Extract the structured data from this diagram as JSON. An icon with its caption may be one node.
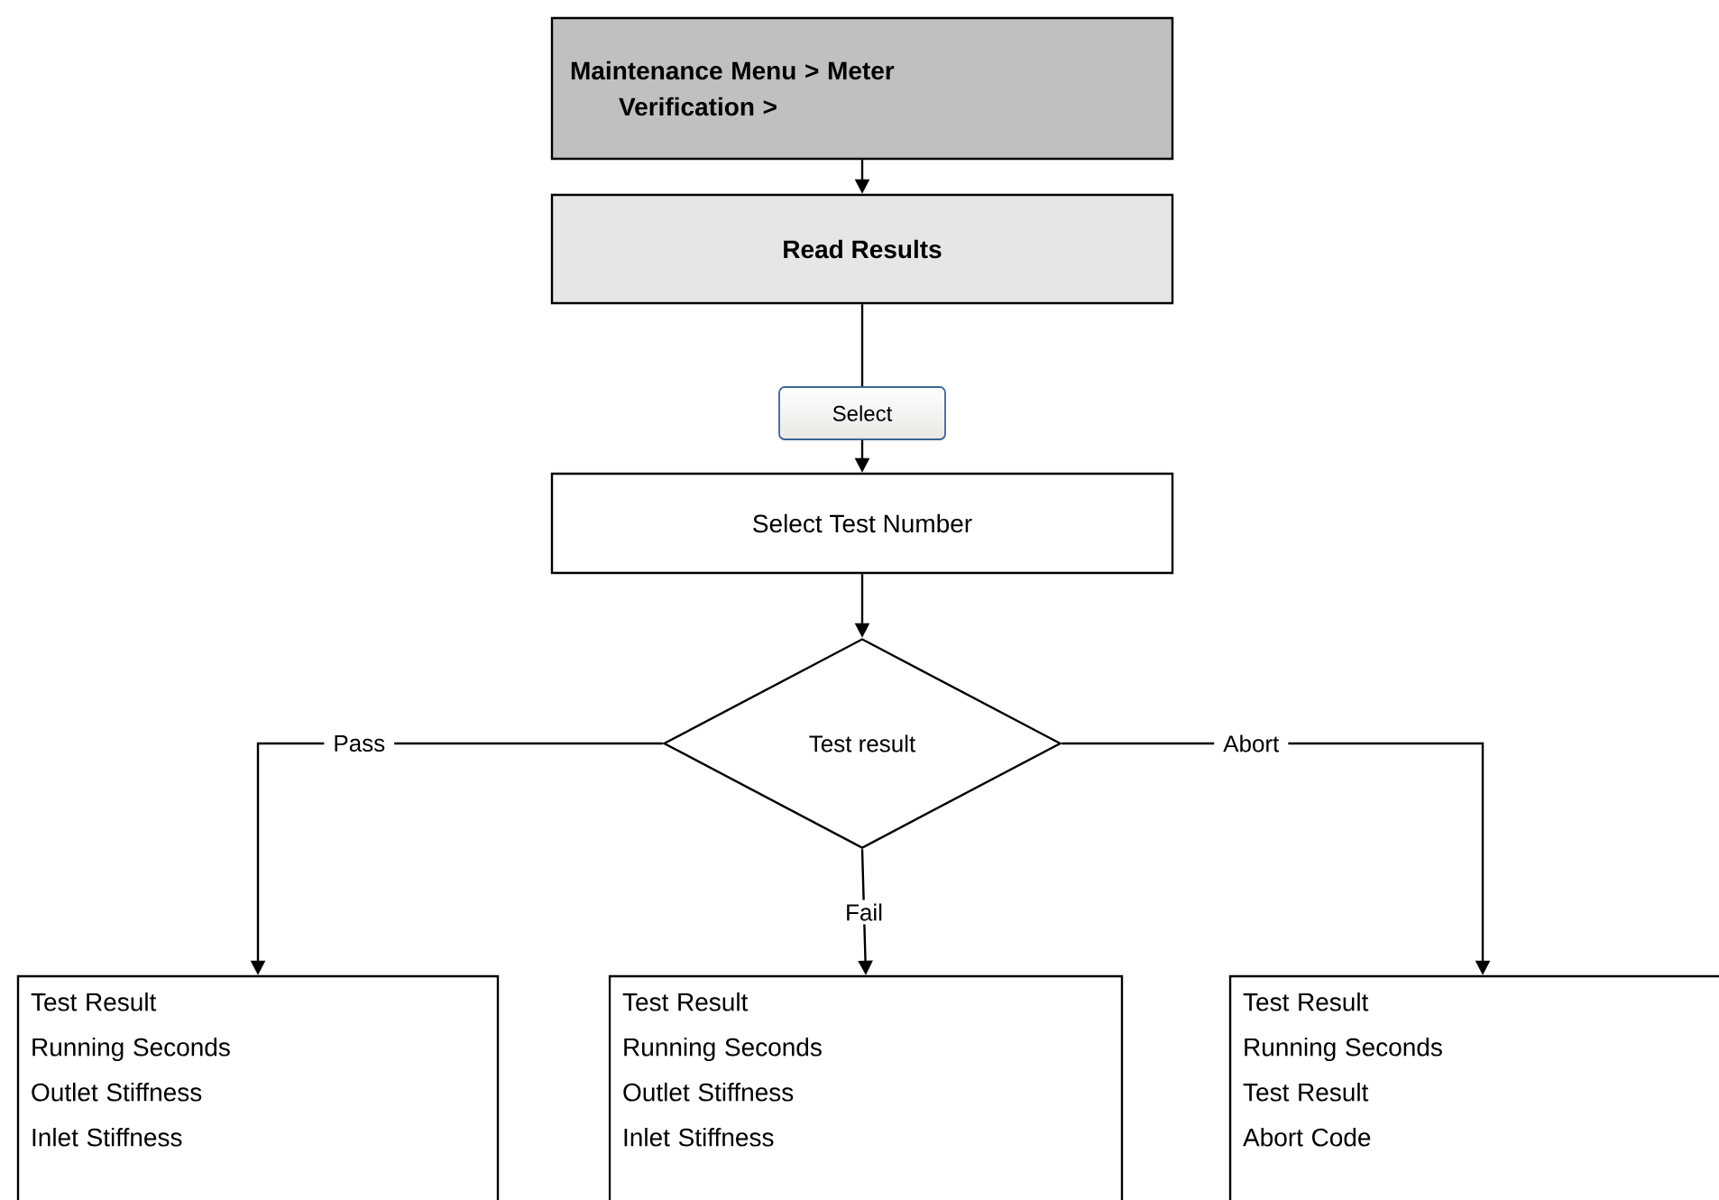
{
  "diagram": {
    "nodes": [
      {
        "text": [
          "Maintenance Menu > Meter Verification >"
        ]
      },
      {
        "text": [
          "Read Results"
        ]
      },
      {
        "text": [
          "Select"
        ]
      },
      {
        "text": [
          "Select Test Number"
        ]
      },
      {
        "text": [
          "Test result"
        ]
      },
      {
        "text": [
          "Test Result",
          "Running Seconds",
          "Outlet Stiffness",
          "Inlet Stiffness"
        ]
      },
      {
        "text": [
          "Test Result",
          "Running Seconds",
          "Outlet Stiffness",
          "Inlet Stiffness"
        ]
      },
      {
        "text": [
          "Test Result",
          "Running Seconds",
          "Test Result",
          "Abort Code"
        ]
      }
    ],
    "edges": [
      {
        "from": 0,
        "to": 1,
        "arrow": "to"
      },
      {
        "from": 1,
        "to": 2,
        "arrow": "none"
      },
      {
        "from": 2,
        "to": 3,
        "arrow": "to"
      },
      {
        "from": 3,
        "to": 4,
        "arrow": "to"
      },
      {
        "from": 4,
        "to": 5,
        "arrow": "to",
        "label": "Pass"
      },
      {
        "from": 4,
        "to": 6,
        "arrow": "to",
        "label": "Fail"
      },
      {
        "from": 4,
        "to": 7,
        "arrow": "to",
        "label": "Abort"
      }
    ]
  }
}
